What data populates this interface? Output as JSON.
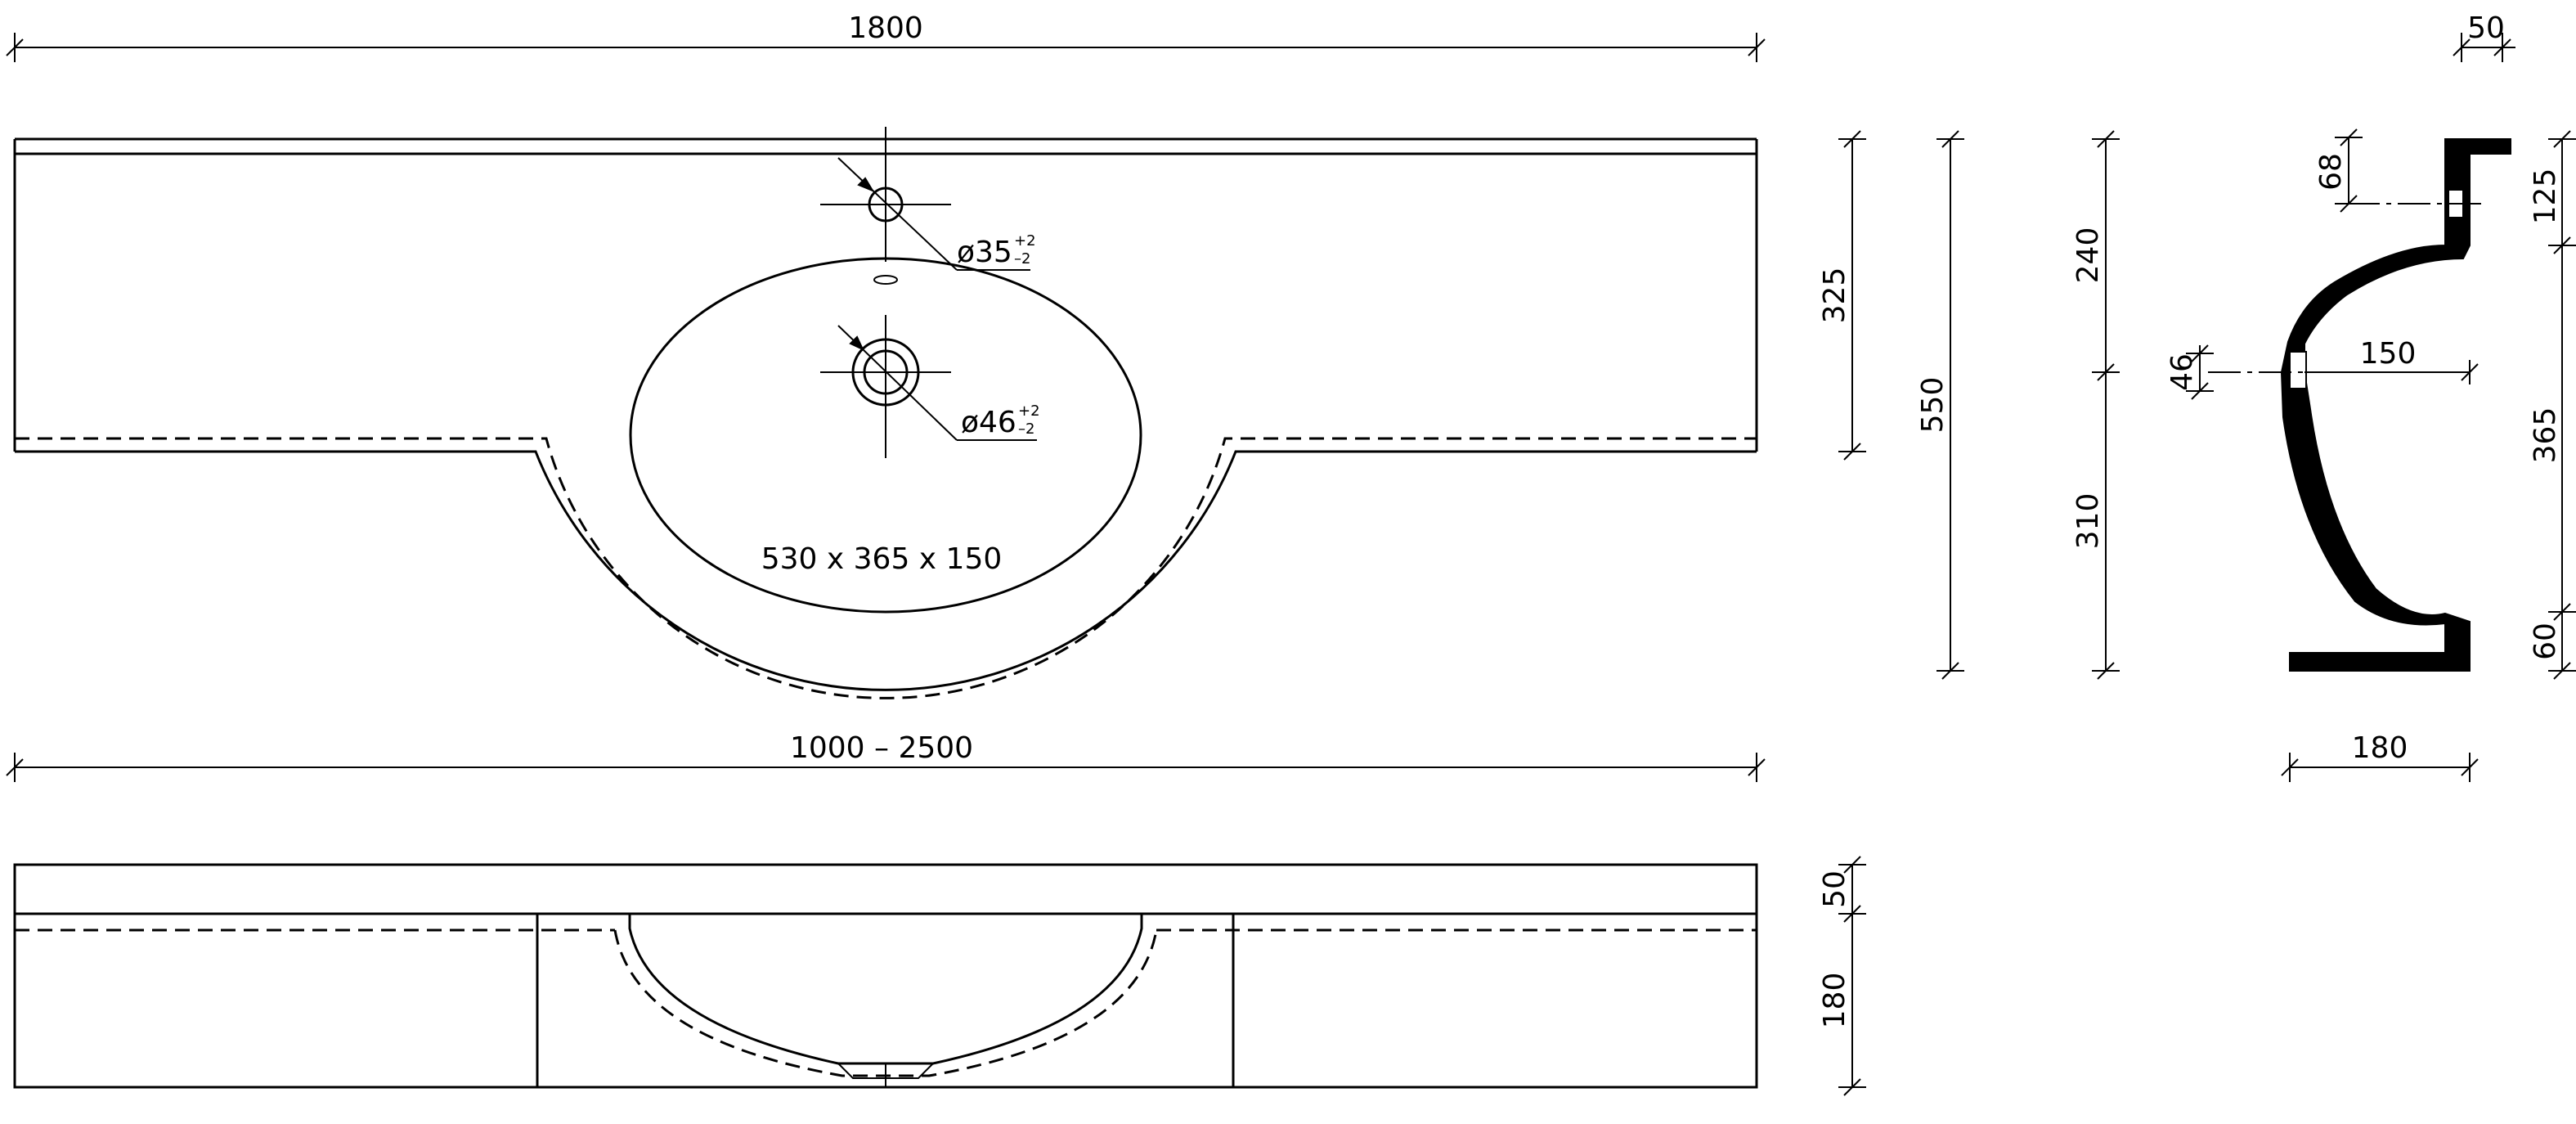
{
  "dimensions": {
    "top_width": "1800",
    "range_width": "1000 – 2500",
    "basin_size": "530 x 365 x 150",
    "tap_hole": "ø35",
    "tap_hole_tol_upper": "+2",
    "tap_hole_tol_lower": "–2",
    "drain_hole": "ø46",
    "drain_hole_tol_upper": "+2",
    "drain_hole_tol_lower": "–2",
    "depth_325": "325",
    "depth_550": "550",
    "depth_240": "240",
    "depth_310": "310",
    "section_top": "50",
    "section_125": "125",
    "section_68": "68",
    "section_46": "46",
    "section_150": "150",
    "section_365": "365",
    "section_60": "60",
    "section_180": "180",
    "front_50": "50",
    "front_180": "180"
  }
}
